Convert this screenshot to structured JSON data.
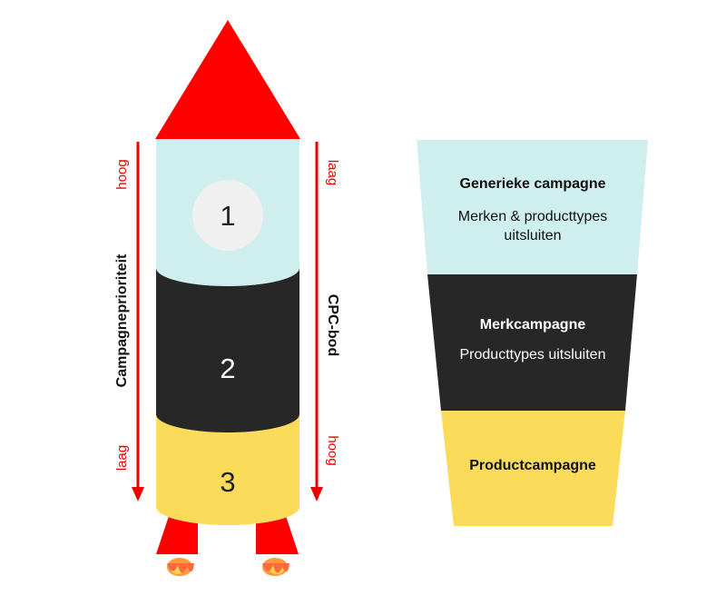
{
  "rocket": {
    "stages": [
      {
        "number": "1",
        "color": "#cfeeee"
      },
      {
        "number": "2",
        "color": "#272727"
      },
      {
        "number": "3",
        "color": "#fadb5a"
      }
    ],
    "nose_color": "#ff0000",
    "fin_color": "#ff0000"
  },
  "left_axis": {
    "title": "Campagneprioriteit",
    "top_label": "hoog",
    "bottom_label": "laag",
    "color": "#ee0000"
  },
  "right_axis": {
    "title": "CPC-bod",
    "top_label": "laag",
    "bottom_label": "hoog",
    "color": "#ee0000"
  },
  "funnel": {
    "levels": [
      {
        "title": "Generieke campagne",
        "subtitle_line1": "Merken & producttypes",
        "subtitle_line2": "uitsluiten",
        "color": "#cfeeee"
      },
      {
        "title": "Merkcampagne",
        "subtitle_line1": "Producttypes uitsluiten",
        "subtitle_line2": "",
        "color": "#272727"
      },
      {
        "title": "Productcampagne",
        "subtitle_line1": "",
        "subtitle_line2": "",
        "color": "#fadb5a"
      }
    ]
  }
}
